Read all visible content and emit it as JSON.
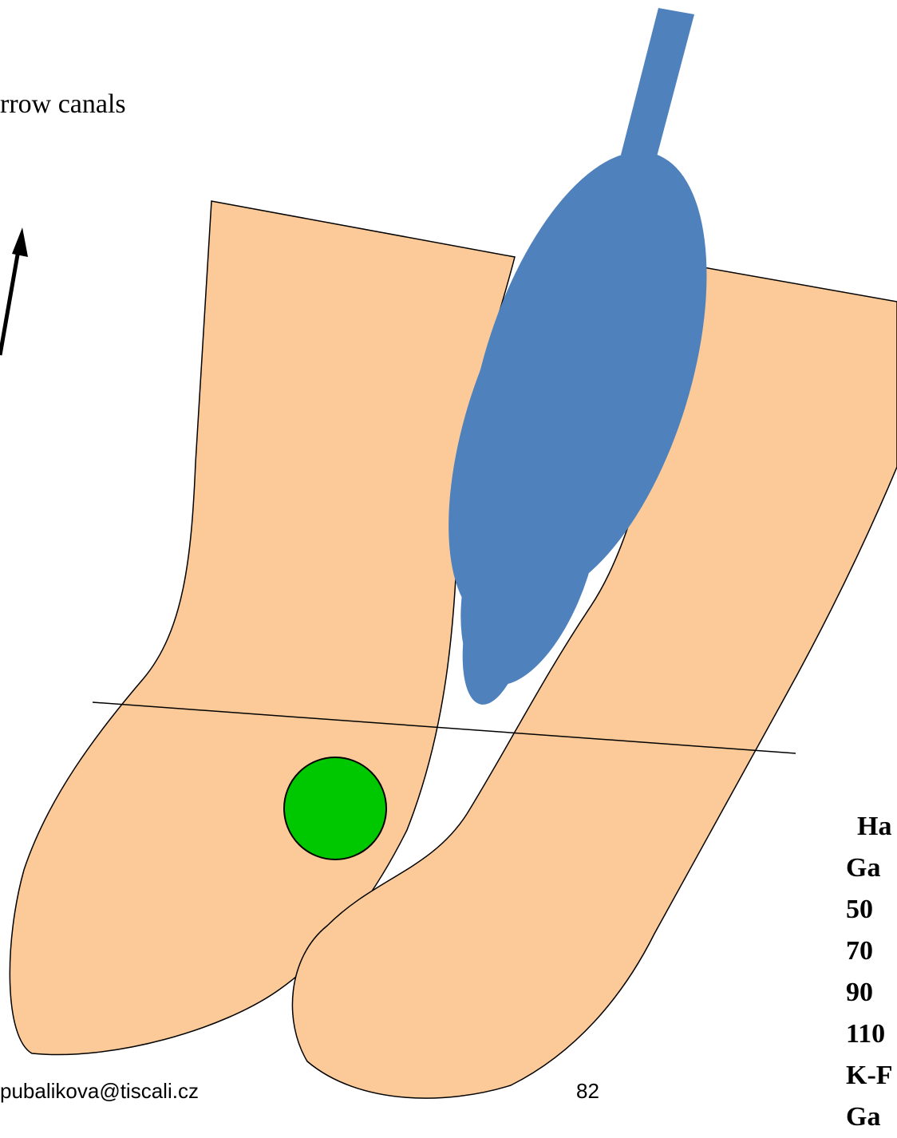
{
  "heading": "rrow canals",
  "side_list": [
    "Ha",
    "Ga",
    "50",
    "70",
    "90",
    "110",
    "K-F",
    "Ga"
  ],
  "footer": {
    "email": "pubalikova@tiscali.cz",
    "page_number": "82"
  },
  "colors": {
    "root": "#FCCA98",
    "instrument": "#4F81BD",
    "obturation_ball": "#00C800",
    "outline": "#000000"
  }
}
